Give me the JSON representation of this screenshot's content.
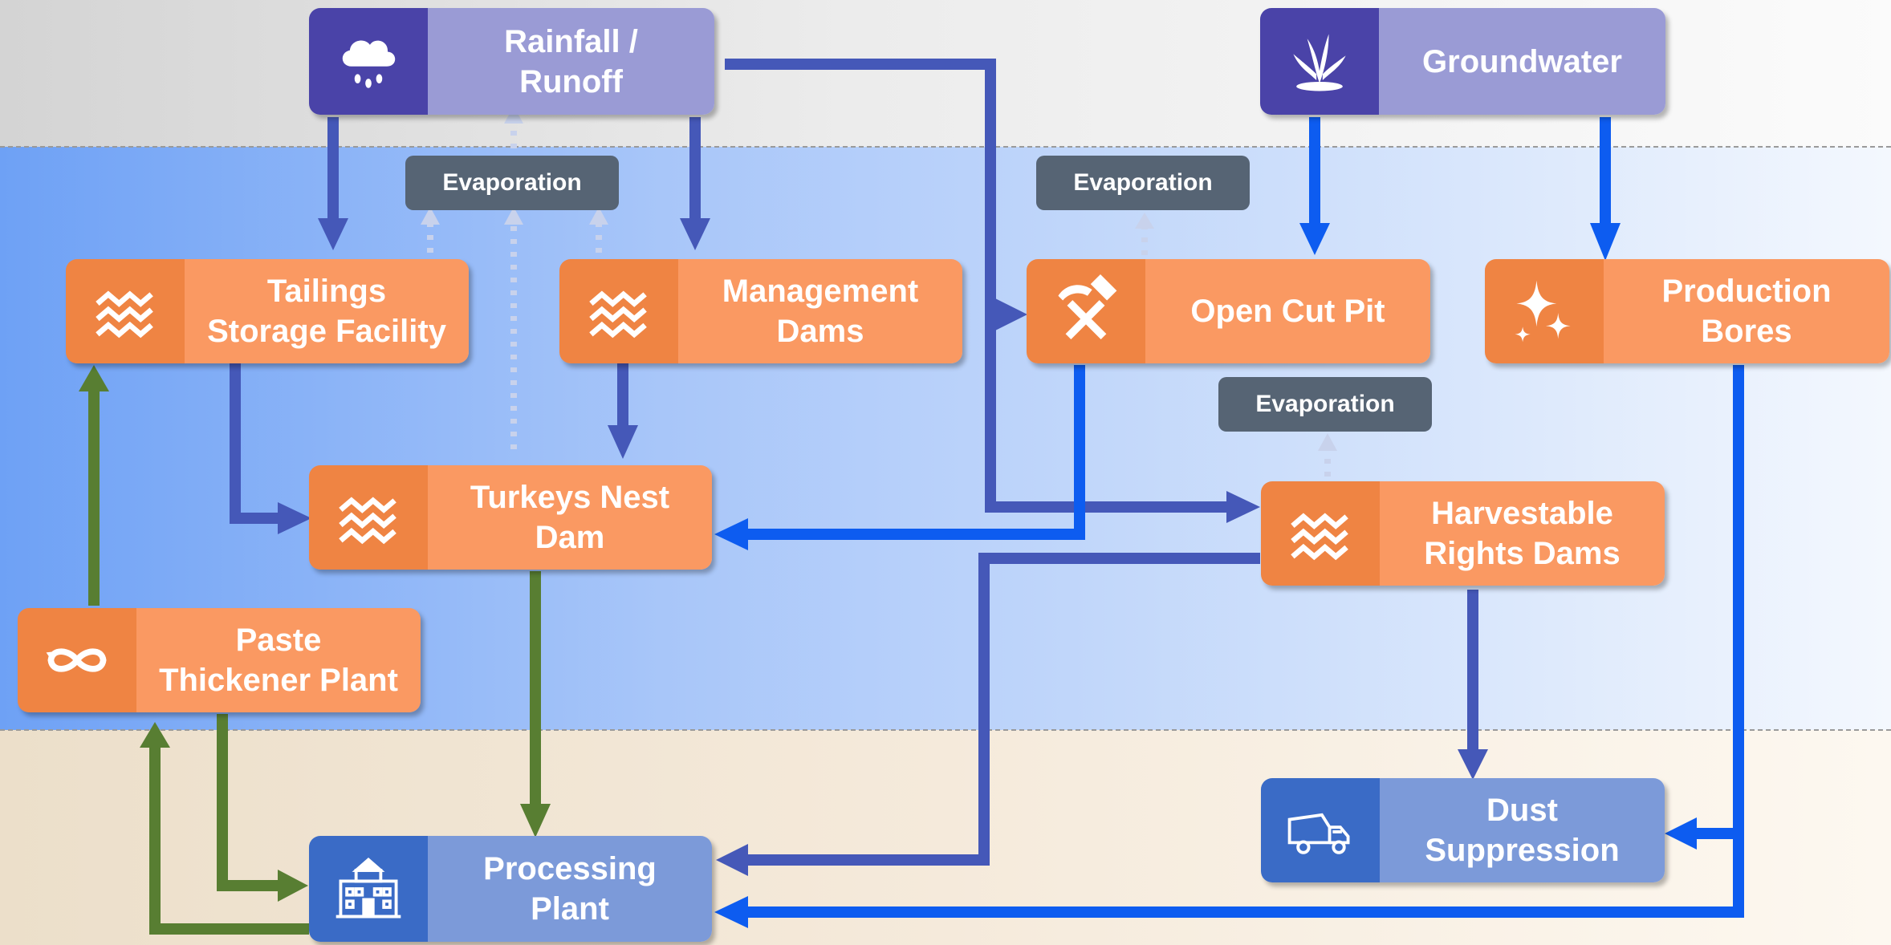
{
  "diagram": {
    "nodes": {
      "rainfall": {
        "label": "Rainfall /\nRunoff",
        "icon": "rain-cloud-icon"
      },
      "groundwater": {
        "label": "Groundwater",
        "icon": "water-spring-icon"
      },
      "tailings": {
        "label": "Tailings\nStorage Facility",
        "icon": "water-waves-icon"
      },
      "management_dams": {
        "label": "Management\nDams",
        "icon": "water-waves-icon"
      },
      "open_cut_pit": {
        "label": "Open Cut Pit",
        "icon": "hammer-pickaxe-icon"
      },
      "production_bores": {
        "label": "Production\nBores",
        "icon": "sparkle-icon"
      },
      "turkeys_nest": {
        "label": "Turkeys Nest\nDam",
        "icon": "water-waves-icon"
      },
      "harvestable": {
        "label": "Harvestable\nRights Dams",
        "icon": "water-waves-icon"
      },
      "paste_thickener": {
        "label": "Paste\nThickener Plant",
        "icon": "recycle-loop-icon"
      },
      "dust_suppression": {
        "label": "Dust\nSuppression",
        "icon": "dump-truck-icon"
      },
      "processing_plant": {
        "label": "Processing\nPlant",
        "icon": "plant-building-icon"
      }
    },
    "evaporation_labels": [
      "Evaporation",
      "Evaporation",
      "Evaporation"
    ],
    "colors": {
      "source_dark": "#4a43a8",
      "source_light": "#9a9bd5",
      "storage_dark": "#ef8443",
      "storage_light": "#fa9962",
      "user_dark": "#3a6bc6",
      "user_light": "#7c9ad9",
      "flow_runoff": "#4558b8",
      "flow_groundwater": "#0d5cf0",
      "flow_process": "#587e32",
      "flow_evaporation": "#c8d2ec",
      "evaporation_box": "#566474"
    },
    "edges": [
      {
        "from": "rainfall",
        "to": "tailings",
        "type": "runoff"
      },
      {
        "from": "rainfall",
        "to": "management_dams",
        "type": "runoff"
      },
      {
        "from": "rainfall",
        "to": "open_cut_pit",
        "type": "runoff"
      },
      {
        "from": "rainfall",
        "to": "harvestable",
        "type": "runoff"
      },
      {
        "from": "groundwater",
        "to": "open_cut_pit",
        "type": "groundwater"
      },
      {
        "from": "groundwater",
        "to": "production_bores",
        "type": "groundwater"
      },
      {
        "from": "tailings",
        "to": "turkeys_nest",
        "type": "runoff"
      },
      {
        "from": "management_dams",
        "to": "turkeys_nest",
        "type": "runoff"
      },
      {
        "from": "open_cut_pit",
        "to": "turkeys_nest",
        "type": "groundwater"
      },
      {
        "from": "production_bores",
        "to": "dust_suppression",
        "type": "groundwater"
      },
      {
        "from": "production_bores",
        "to": "processing_plant",
        "type": "groundwater"
      },
      {
        "from": "harvestable",
        "to": "dust_suppression",
        "type": "runoff"
      },
      {
        "from": "harvestable",
        "to": "processing_plant",
        "type": "runoff"
      },
      {
        "from": "turkeys_nest",
        "to": "processing_plant",
        "type": "process"
      },
      {
        "from": "paste_thickener",
        "to": "tailings",
        "type": "process"
      },
      {
        "from": "paste_thickener",
        "to": "processing_plant",
        "type": "process"
      },
      {
        "from": "processing_plant",
        "to": "paste_thickener",
        "type": "process"
      },
      {
        "from": "tailings",
        "to": "evaporation_1",
        "type": "evaporation"
      },
      {
        "from": "management_dams",
        "to": "evaporation_1",
        "type": "evaporation"
      },
      {
        "from": "turkeys_nest",
        "to": "rainfall",
        "type": "evaporation"
      },
      {
        "from": "open_cut_pit",
        "to": "evaporation_2",
        "type": "evaporation"
      },
      {
        "from": "harvestable",
        "to": "evaporation_3",
        "type": "evaporation"
      }
    ]
  }
}
